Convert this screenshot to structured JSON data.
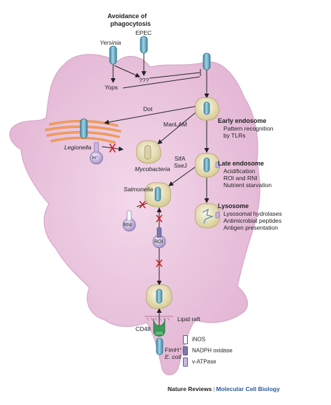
{
  "labels": {
    "avoidance_title_line1": "Avoidance of",
    "avoidance_title_line2": "phagocytosis",
    "yersinia": "Yersinia",
    "epec": "EPEC",
    "qqq": "???",
    "yops": "Yops",
    "dot": "Dot",
    "manlam": "ManLAM",
    "legionella": "Legionella",
    "h_plus": "H⁺",
    "mycobacteria": "Mycobacteria",
    "sifa": "SifA",
    "ssej": "SseJ",
    "salmonella": "Salmonella",
    "rni": "RNI",
    "roi": "ROI",
    "early_endosome": "Early endosome",
    "early_d1": "Pattern recognition",
    "early_d2": "by TLRs",
    "late_endosome": "Late endosome",
    "late_d1": "Acidification",
    "late_d2": "ROI and RNI",
    "late_d3": "Nutrient starvation",
    "lysosome": "Lysosome",
    "lyso_d1": "Lysosomal hydrolases",
    "lyso_d2": "Antimicrobial peptides",
    "lyso_d3": "Antigen presentation",
    "lipid_raft": "Lipid raft",
    "cd48": "CD48",
    "fimh": "FimH⁺",
    "ecoli": "E. coli"
  },
  "legend": [
    {
      "label": "iNOS",
      "color": "#f4f4fa"
    },
    {
      "label": "NADPH oxidase",
      "color": "#7a7ab0"
    },
    {
      "label": "v-ATPase",
      "color": "#c8b8de"
    }
  ],
  "footer": {
    "journal": "Nature Reviews",
    "separator": "|",
    "section": "Molecular Cell Biology"
  },
  "colors": {
    "cell": "#e9c6de",
    "cell_edge": "#d6a8c8",
    "bacterium": "#6ab0c8",
    "vacuole": "#f2eccc",
    "vacuole_edge": "#c7bd8a",
    "er": "#e8893a",
    "inhibit": "#d22020",
    "enzyme": "#c9b7dd"
  }
}
